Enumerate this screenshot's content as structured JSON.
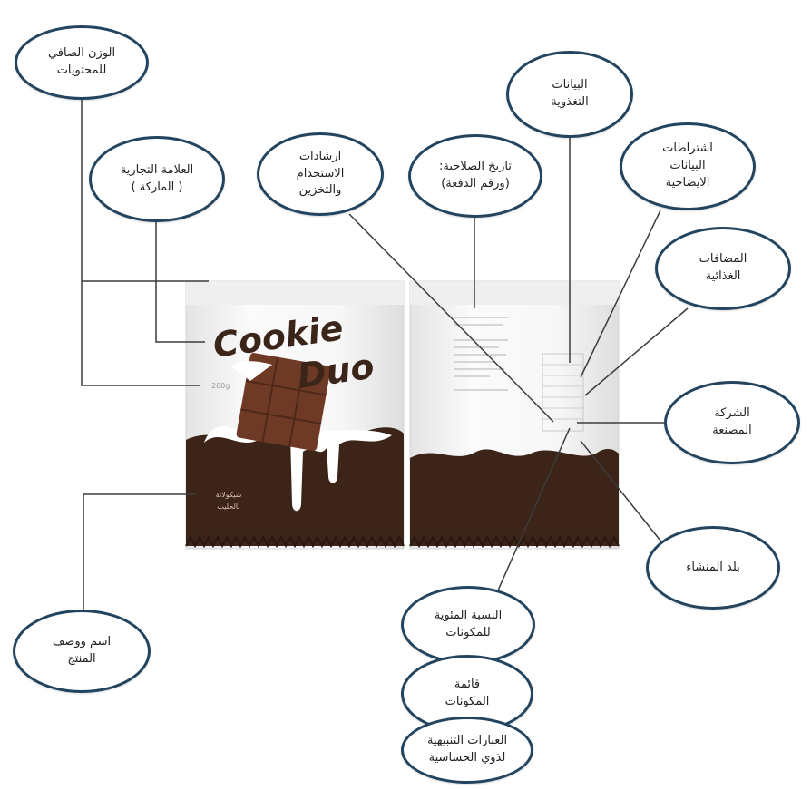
{
  "product": {
    "brand_line1": "Cookie",
    "brand_line2": "Duo",
    "weight_text": "200g",
    "bottom_text_line1": "شيكولاتة",
    "bottom_text_line2": "بالحليب"
  },
  "labels": {
    "net_weight": [
      "الوزن الصافي",
      "للمحتويات"
    ],
    "brand": [
      "العلامة التجارية",
      "( الماركة )"
    ],
    "usage_storage": [
      "ارشادات",
      "الاستخدام",
      "والتخزين"
    ],
    "expiry": [
      "تاريخ الصلاحية:",
      "(ورقم الدفعة)"
    ],
    "nutrition": [
      "البيانات",
      "التغذوية"
    ],
    "clarification": [
      "اشتراطات",
      "البيانات",
      "الايضاحية"
    ],
    "additives": [
      "المضافات",
      "الغذائية"
    ],
    "manufacturer": [
      "الشركة",
      "المصنعة"
    ],
    "origin": [
      "بلد المنشاء"
    ],
    "product_name": [
      "اسم ووصف",
      "المنتج"
    ],
    "ingredient_percent": [
      "النسبة المئوية",
      "للمكونات"
    ],
    "ingredients_list": [
      "قائمة",
      "المكونات"
    ],
    "allergy_warnings": [
      "العبارات التنبيهية",
      "لذوي الحساسية"
    ]
  },
  "colors": {
    "bubble_border": "#23445f",
    "line": "#3c3c3c",
    "chocolate": "#3d2418",
    "chocolate_bar": "#6e3a26",
    "brand_text": "#3b2418"
  }
}
